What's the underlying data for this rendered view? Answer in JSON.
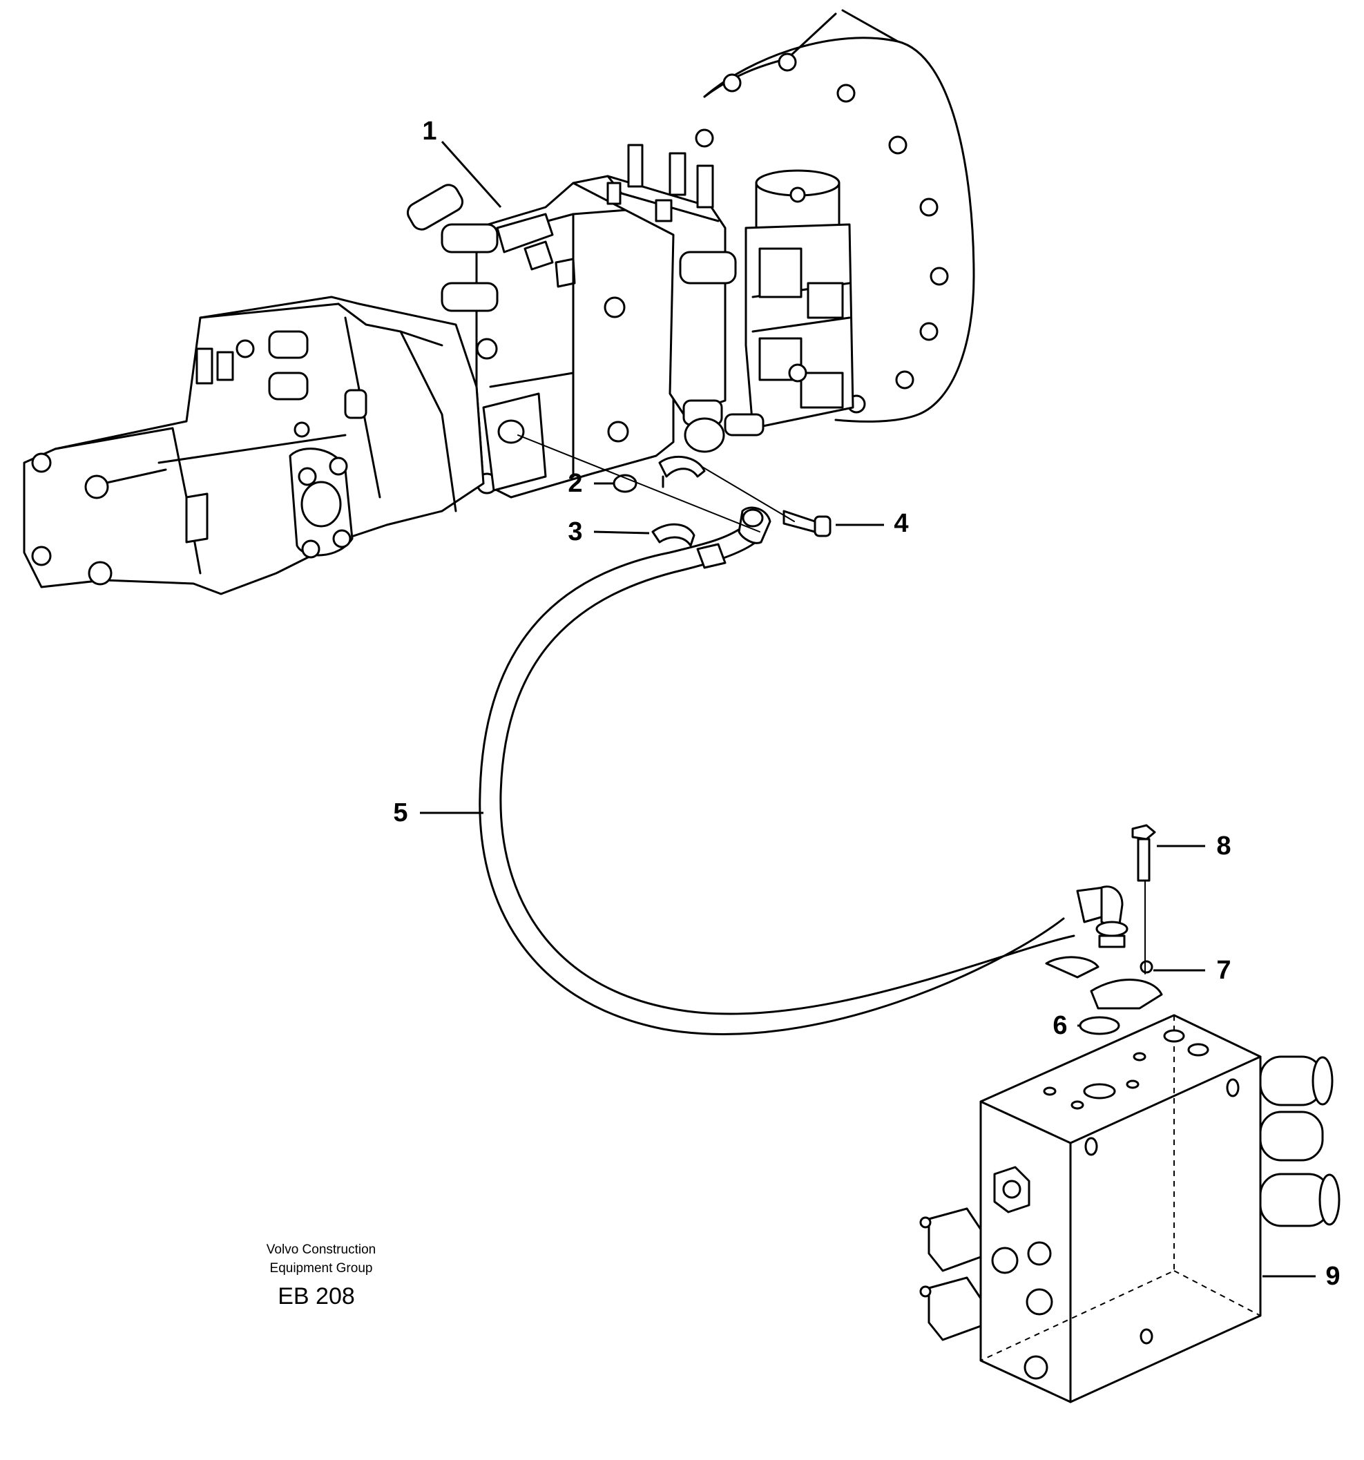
{
  "callouts": [
    {
      "id": "1",
      "label": "1"
    },
    {
      "id": "2",
      "label": "2"
    },
    {
      "id": "3",
      "label": "3"
    },
    {
      "id": "4",
      "label": "4"
    },
    {
      "id": "5",
      "label": "5"
    },
    {
      "id": "6",
      "label": "6"
    },
    {
      "id": "7",
      "label": "7"
    },
    {
      "id": "8",
      "label": "8"
    },
    {
      "id": "9",
      "label": "9"
    }
  ],
  "footer": {
    "company_line1": "Volvo Construction",
    "company_line2": "Equipment Group",
    "code": "EB 208"
  }
}
